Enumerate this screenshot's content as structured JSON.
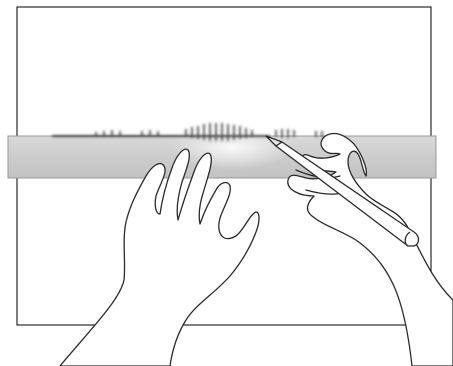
{
  "illustration": {
    "subject": "hands-drawing-with-pencil-on-ruler-strip",
    "colors": {
      "background": "#ffffff",
      "outline": "#2a2a2a",
      "paper": "#ffffff",
      "ruler_fill": "#cfcfcf",
      "ruler_edge": "#9a9a9a",
      "stroke_mark": "#1a1a1a"
    },
    "icons": [
      "paper-sheet",
      "ruler-strip",
      "left-hand",
      "right-hand",
      "pencil"
    ]
  }
}
